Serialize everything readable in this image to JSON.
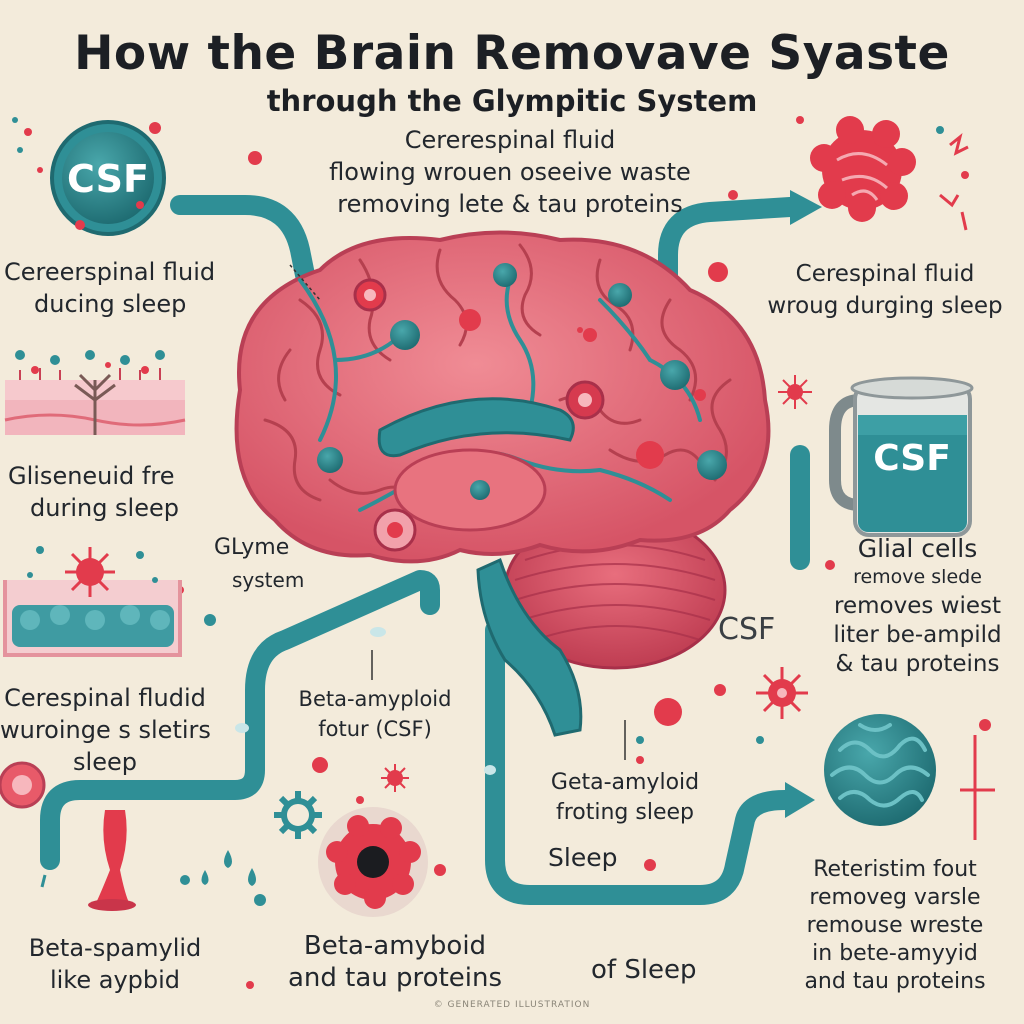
{
  "title": "How the Brain Removave Syaste",
  "subtitle": "through the Glympitic System",
  "center_top": [
    "Cererespinal fluid",
    "flowing wrouen oseeive waste",
    "removing lete & tau proteins"
  ],
  "left_1": [
    "Cereerspinal fluid",
    "ducing sleep"
  ],
  "left_2": [
    "Gliseneuid fre",
    "during sleep"
  ],
  "left_3": [
    "Cerespinal fludid",
    "wuroinge s sletirs",
    "sleep"
  ],
  "left_4": [
    "Beta-spamylid",
    "like aypbid"
  ],
  "glym_label": [
    "GLyme",
    "system"
  ],
  "beta_mid": [
    "Beta-amyploid",
    "fotur (CSF)"
  ],
  "beta_bottom": [
    "Beta-amyboid",
    "and tau proteins"
  ],
  "geta": [
    "Geta-amyloid",
    "froting sleep"
  ],
  "sleep_label": "Sleep",
  "of_sleep": "of Sleep",
  "right_1": [
    "Cerespinal fluid",
    "wroug durging sleep"
  ],
  "right_2": [
    "Glial cells",
    "remove slede",
    "removes wiest",
    "liter be-ampild",
    "& tau proteins"
  ],
  "csf_right": "CSF",
  "right_bottom": [
    "Reteristim fout",
    "removeg varsle",
    "remouse wreste",
    "in bete-amyyid",
    "and tau proteins"
  ],
  "badge_csf_left": "CSF",
  "badge_csf_jar": "CSF",
  "footer": "© GENERATED ILLUSTRATION",
  "colors": {
    "background": "#f3ebdb",
    "brain": "#e46f7c",
    "brain_dark": "#c74b5c",
    "teal": "#2f8f96",
    "teal_dark": "#1f6a70",
    "red": "#e23b4c"
  }
}
